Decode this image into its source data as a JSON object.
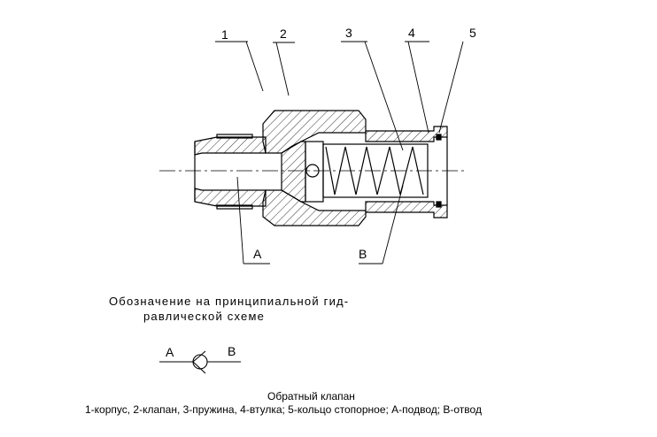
{
  "drawing": {
    "part_labels": [
      "1",
      "2",
      "3",
      "4",
      "5"
    ],
    "port_labels": {
      "inlet": "A",
      "outlet": "B"
    }
  },
  "symbol": {
    "caption_line1": "Обозначение на принципиальной гид-",
    "caption_line2": "равлической схеме",
    "inlet": "A",
    "outlet": "B"
  },
  "figure": {
    "title": "Обратный клапан",
    "legend": "1-корпус, 2-клапан, 3-пружина, 4-втулка; 5-кольцо стопорное; А-подвод; В-отвод"
  }
}
